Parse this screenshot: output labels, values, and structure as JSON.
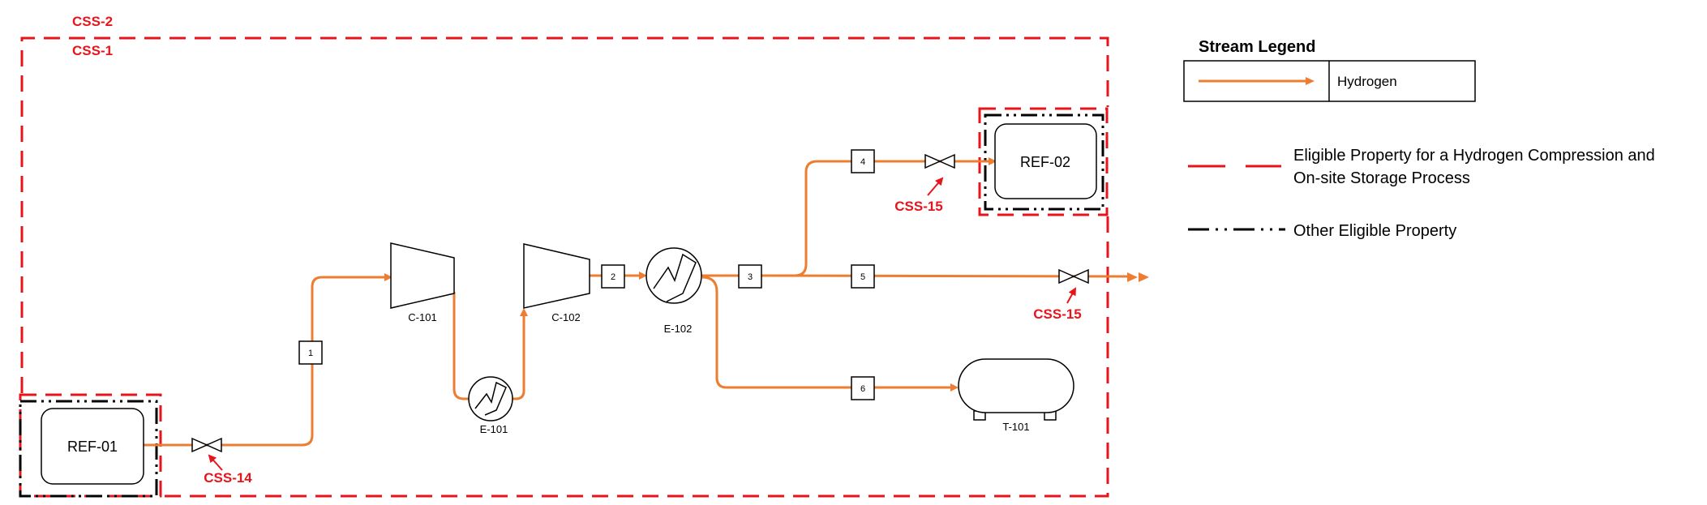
{
  "boundaries": {
    "css2": "CSS-2",
    "css1": "CSS-1"
  },
  "equipment": {
    "ref01": "REF-01",
    "ref02": "REF-02",
    "c101": "C-101",
    "c102": "C-102",
    "e101": "E-101",
    "e102": "E-102",
    "t101": "T-101"
  },
  "valves": {
    "css14": "CSS-14",
    "css15_top": "CSS-15",
    "css15_mid": "CSS-15"
  },
  "streams": {
    "s1": "1",
    "s2": "2",
    "s3": "3",
    "s4": "4",
    "s5": "5",
    "s6": "6"
  },
  "legend": {
    "title": "Stream Legend",
    "hydrogen": "Hydrogen",
    "red_line1": "Eligible Property for a Hydrogen Compression and",
    "red_line2": "On-site Storage Process",
    "other": "Other Eligible Property"
  },
  "colors": {
    "stream": "#ed7d31",
    "boundary": "#e8141b",
    "other_boundary": "#000000"
  }
}
